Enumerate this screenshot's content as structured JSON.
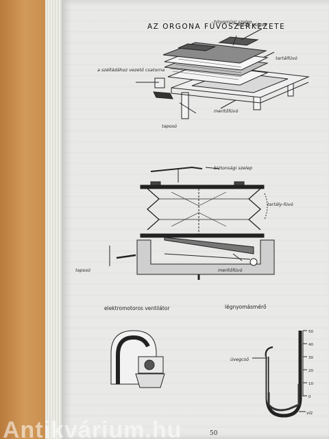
{
  "page": {
    "title": "AZ ORGONA FÚVÓSZERKEZETE",
    "page_number": "50",
    "watermark": "Antikvárium.hu"
  },
  "figure_top": {
    "labels": {
      "tone_valves": "hitonmügi szelep",
      "bricks": "téglák, súlyok",
      "tank": "tartálfúvó",
      "wind_duct": "a szélládához vezető csatorna",
      "pedal": "taposó",
      "bellows": "merítőfúvó"
    }
  },
  "figure_middle": {
    "labels": {
      "valve": "biztonsági szelep",
      "tank": "tartály-fúvó",
      "pedal": "taposó",
      "bellows": "merítőfúvó"
    }
  },
  "figure_fan": {
    "label": "elektromotoros ventilátor"
  },
  "figure_gauge": {
    "label": "légnyomásmérő",
    "glass": "üvegcső",
    "water": "víz",
    "scale_ticks": [
      "50",
      "40",
      "30",
      "20",
      "10",
      "0"
    ]
  }
}
